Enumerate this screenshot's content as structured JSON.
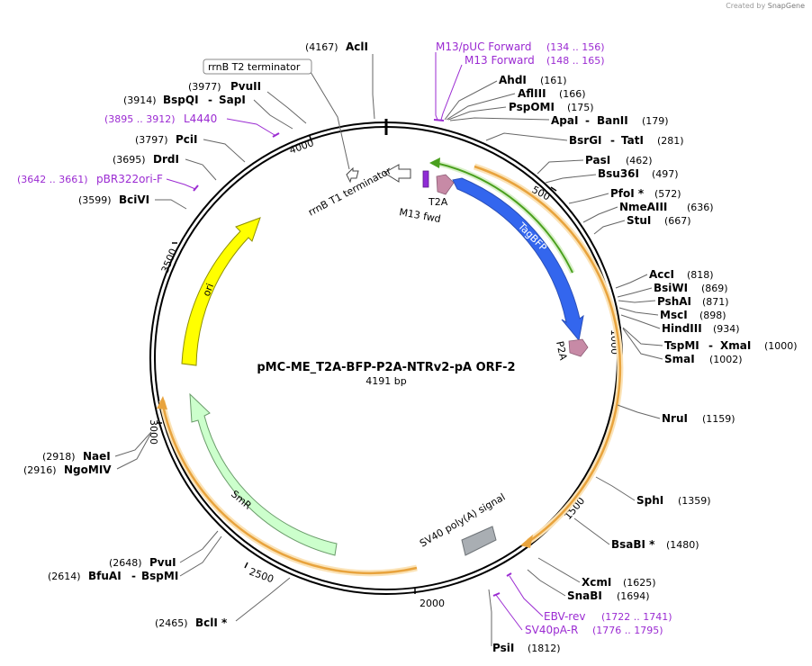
{
  "credit": {
    "prefix": "Created by",
    "brand": "SnapGene"
  },
  "title": "pMC-ME_T2A-BFP-P2A-NTRv2-pA ORF-2",
  "subtitle": "4191 bp",
  "ticks": [
    "500",
    "1000",
    "1500",
    "2000",
    "2500",
    "3000",
    "3500",
    "4000"
  ],
  "features": {
    "tagbfp": "TagBFP",
    "t2a": "T2A",
    "p2a": "P2A",
    "ori": "ori",
    "smr": "SmR",
    "sv40": "SV40 poly(A) signal",
    "m13fwd": "M13 fwd",
    "rrnbt1": "rrnB T1 terminator",
    "rrnbt2": "rrnB T2 terminator"
  },
  "enzymes": [
    {
      "id": "acli",
      "pos": "(4167)",
      "name": "AclI"
    },
    {
      "id": "pvuii",
      "pos": "(3977)",
      "name": "PvuII"
    },
    {
      "id": "bspqi",
      "pos": "(3914)",
      "name": "BspQI",
      "name2": "SapI"
    },
    {
      "id": "pcii",
      "pos": "(3797)",
      "name": "PciI"
    },
    {
      "id": "drdi",
      "pos": "(3695)",
      "name": "DrdI"
    },
    {
      "id": "bcivi",
      "pos": "(3599)",
      "name": "BciVI"
    },
    {
      "id": "ahdi",
      "pos": "(161)",
      "name": "AhdI"
    },
    {
      "id": "aflii",
      "pos": "(166)",
      "name": "AflIII"
    },
    {
      "id": "pspomi",
      "pos": "(175)",
      "name": "PspOMI"
    },
    {
      "id": "apai",
      "pos": "(179)",
      "name": "ApaI",
      "name2": "BanII"
    },
    {
      "id": "bsrgi",
      "pos": "(281)",
      "name": "BsrGI",
      "name2": "TatI"
    },
    {
      "id": "pasi",
      "pos": "(462)",
      "name": "PasI"
    },
    {
      "id": "bsu36i",
      "pos": "(497)",
      "name": "Bsu36I"
    },
    {
      "id": "pfoi",
      "pos": "(572)",
      "name": "PfoI *"
    },
    {
      "id": "nmeaiii",
      "pos": "(636)",
      "name": "NmeAIII"
    },
    {
      "id": "stui",
      "pos": "(667)",
      "name": "StuI"
    },
    {
      "id": "acci",
      "pos": "(818)",
      "name": "AccI"
    },
    {
      "id": "bsiwi",
      "pos": "(869)",
      "name": "BsiWI"
    },
    {
      "id": "pshai",
      "pos": "(871)",
      "name": "PshAI"
    },
    {
      "id": "msci",
      "pos": "(898)",
      "name": "MscI"
    },
    {
      "id": "hindiii",
      "pos": "(934)",
      "name": "HindIII"
    },
    {
      "id": "tspmi",
      "pos": "(1000)",
      "name": "TspMI",
      "name2": "XmaI"
    },
    {
      "id": "smai",
      "pos": "(1002)",
      "name": "SmaI"
    },
    {
      "id": "nrui",
      "pos": "(1159)",
      "name": "NruI"
    },
    {
      "id": "sphi",
      "pos": "(1359)",
      "name": "SphI"
    },
    {
      "id": "bsabi",
      "pos": "(1480)",
      "name": "BsaBI *"
    },
    {
      "id": "xcmi",
      "pos": "(1625)",
      "name": "XcmI"
    },
    {
      "id": "snabi",
      "pos": "(1694)",
      "name": "SnaBI"
    },
    {
      "id": "psii",
      "pos": "(1812)",
      "name": "PsiI"
    },
    {
      "id": "nael",
      "pos": "(2918)",
      "name": "NaeI"
    },
    {
      "id": "ngomiv",
      "pos": "(2916)",
      "name": "NgoMIV"
    },
    {
      "id": "pvui",
      "pos": "(2648)",
      "name": "PvuI"
    },
    {
      "id": "bfuai",
      "pos": "(2614)",
      "name": "BfuAI",
      "name2": "BspMI"
    },
    {
      "id": "bcli",
      "pos": "(2465)",
      "name": "BclI *"
    }
  ],
  "primers": [
    {
      "id": "m13puc",
      "name": "M13/pUC Forward",
      "pos": "(134 .. 156)"
    },
    {
      "id": "m13f",
      "name": "M13 Forward",
      "pos": "(148 .. 165)"
    },
    {
      "id": "l4440",
      "name": "L4440",
      "pos": "(3895 .. 3912)"
    },
    {
      "id": "pbr322",
      "name": "pBR322ori-F",
      "pos": "(3642 .. 3661)"
    },
    {
      "id": "ebvrev",
      "name": "EBV-rev",
      "pos": "(1722 .. 1741)"
    },
    {
      "id": "sv40par",
      "name": "SV40pA-R",
      "pos": "(1776 .. 1795)"
    }
  ],
  "colors": {
    "tagbfp": "#3366ee",
    "ori": "#ffff00",
    "smr": "#ccffcc",
    "p2a": "#c78aa6",
    "sv40": "#a9aeb3",
    "orf": "#e8a33d",
    "orf_glow": "#fbe3b7",
    "primer": "#9b2bd2",
    "green_orf": "#4aa01e"
  }
}
